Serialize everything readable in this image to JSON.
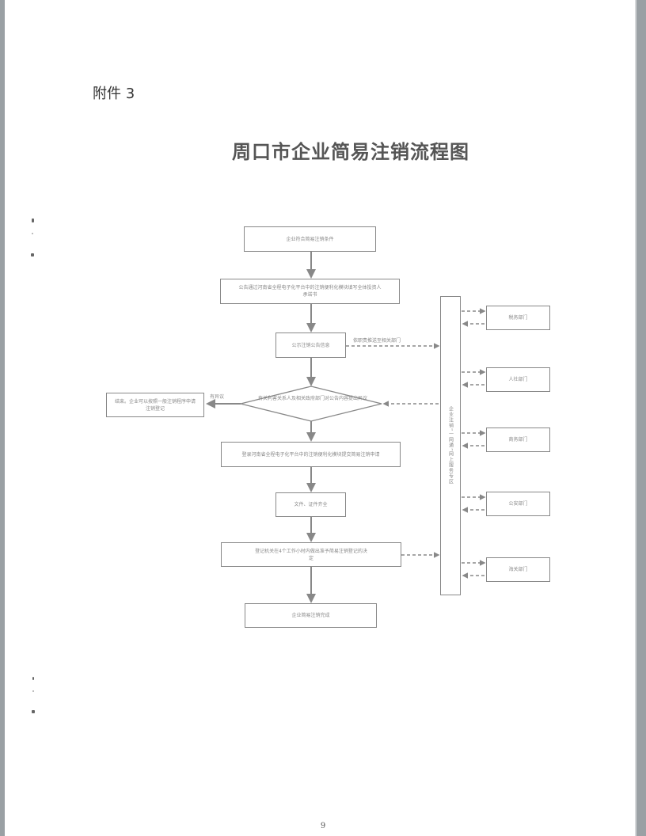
{
  "document": {
    "attachment_label": "附件 3",
    "title": "周口市企业简易注销流程图",
    "page_number": "9"
  },
  "flowchart": {
    "steps": [
      {
        "id": "step1",
        "text": "企业符合简易注销条件"
      },
      {
        "id": "step2",
        "text": "公告通过河南省全程电子化平台中的注销便利化模块填写全体投资人承诺书"
      },
      {
        "id": "step3",
        "text": "公示注销公告信息"
      },
      {
        "id": "decision",
        "text": "有关利害关系人及相关政府部门对公告内容提出异议"
      },
      {
        "id": "step4",
        "text": "登录河南省全程电子化平台中的注销便利化模块提交简易注销申请"
      },
      {
        "id": "step5",
        "text": "文件、证件齐全"
      },
      {
        "id": "step6",
        "text": "登记机关在4个工作小时内做出准予简易注销登记的决定"
      },
      {
        "id": "step7",
        "text": "企业简易注销完成"
      }
    ],
    "objection_branch": {
      "label": "有异议",
      "result": "结束。企业可以按照一般注销程序申请注销登记"
    },
    "push_label": "依职责推送至相关部门",
    "service_lane": "企业注销“一网通”网上服务专区",
    "departments": [
      "税务部门",
      "人社部门",
      "商务部门",
      "公安部门",
      "海关部门"
    ]
  },
  "colors": {
    "line": "#888888",
    "text": "#888888",
    "title": "#555555",
    "page_edge": "#9aa0a4"
  }
}
